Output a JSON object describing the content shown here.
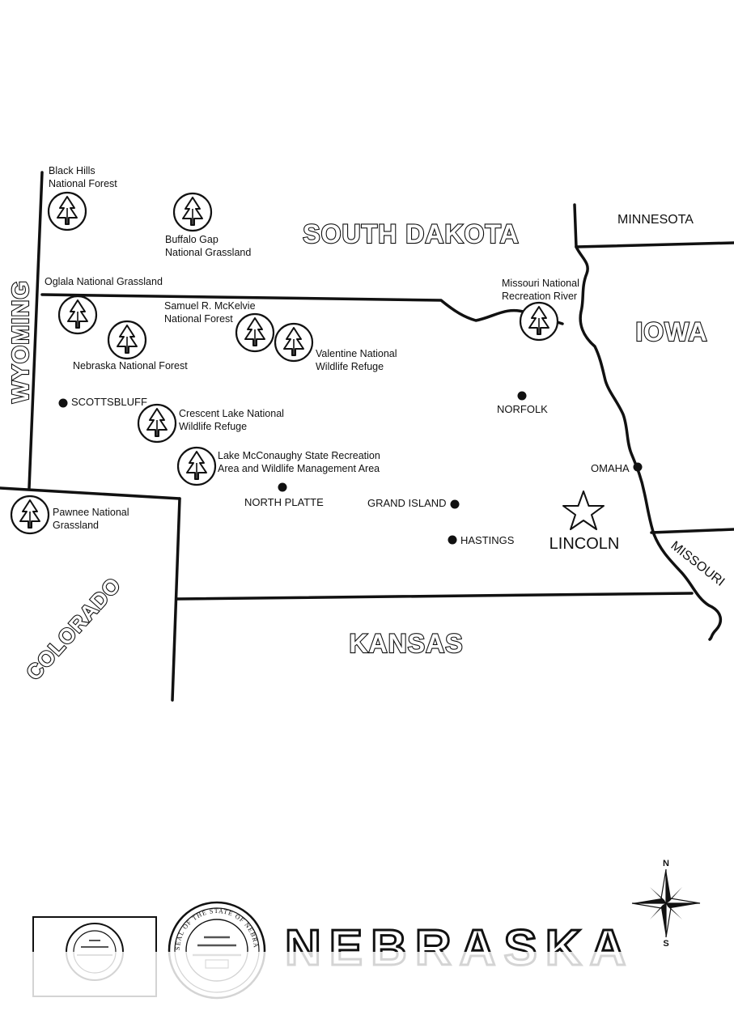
{
  "map": {
    "neighbors": {
      "south_dakota": "SOUTH DAKOTA",
      "wyoming": "WYOMING",
      "colorado": "COLORADO",
      "kansas": "KANSAS",
      "iowa": "IOWA",
      "minnesota": "MINNESOTA",
      "missouri": "MISSOURI"
    },
    "parks": [
      {
        "id": "black-hills",
        "line1": "Black Hills",
        "line2": "National Forest"
      },
      {
        "id": "buffalo-gap",
        "line1": "Buffalo Gap",
        "line2": "National Grassland"
      },
      {
        "id": "oglala",
        "line1": "Oglala National Grassland",
        "line2": ""
      },
      {
        "id": "nebraska-nf",
        "line1": "Nebraska National Forest",
        "line2": ""
      },
      {
        "id": "mckelvie",
        "line1": "Samuel R. McKelvie",
        "line2": "National Forest"
      },
      {
        "id": "valentine",
        "line1": "Valentine National",
        "line2": "Wildlife Refuge"
      },
      {
        "id": "crescent-lake",
        "line1": "Crescent Lake National",
        "line2": "Wildlife Refuge"
      },
      {
        "id": "mcconaughy",
        "line1": "Lake McConaughy State Recreation",
        "line2": "Area and Wildlife Management Area"
      },
      {
        "id": "pawnee",
        "line1": "Pawnee National",
        "line2": "Grassland"
      },
      {
        "id": "missouri-river",
        "line1": "Missouri National",
        "line2": "Recreation River"
      }
    ],
    "cities": [
      {
        "id": "scottsbluff",
        "name": "SCOTTSBLUFF"
      },
      {
        "id": "norfolk",
        "name": "NORFOLK"
      },
      {
        "id": "omaha",
        "name": "OMAHA"
      },
      {
        "id": "north-platte",
        "name": "NORTH PLATTE"
      },
      {
        "id": "grand-island",
        "name": "GRAND ISLAND"
      },
      {
        "id": "hastings",
        "name": "HASTINGS"
      }
    ],
    "capital": {
      "name": "LINCOLN"
    },
    "compass": {
      "north": "N",
      "south": "S"
    }
  },
  "footer": {
    "title": "NEBRASKA",
    "seal_text": "SEAL OF THE STATE OF NEBRASKA"
  }
}
